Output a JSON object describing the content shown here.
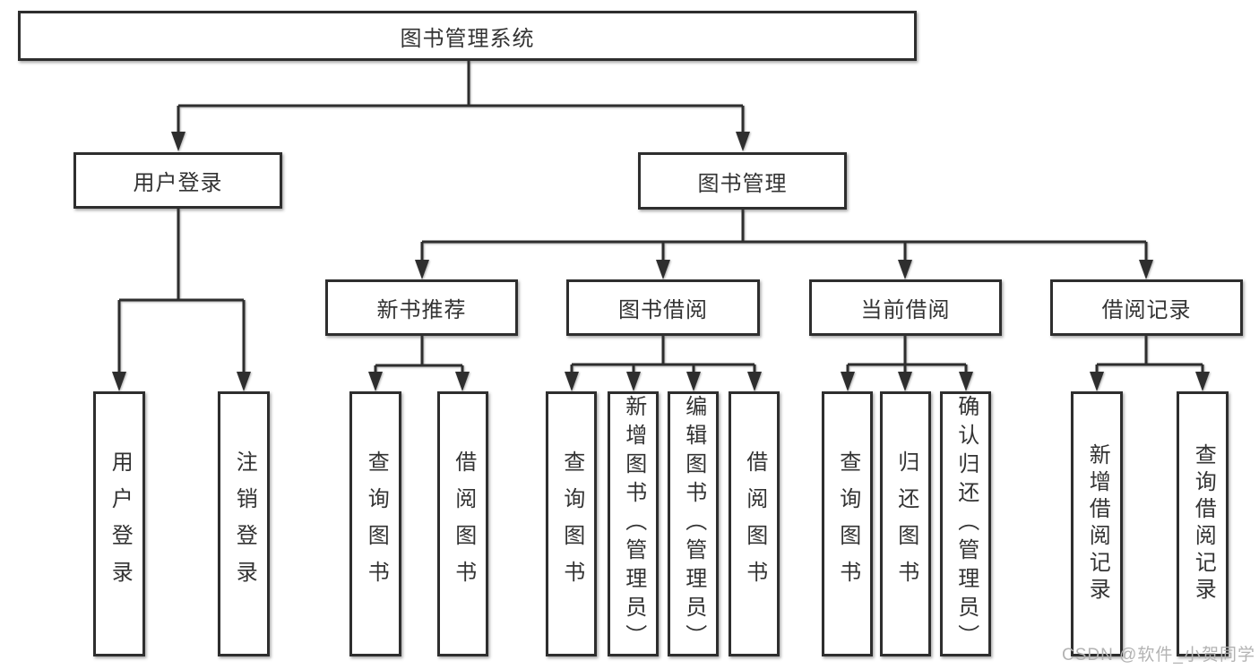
{
  "tree": {
    "root": {
      "label": "图书管理系统"
    },
    "branches": [
      {
        "label": "用户登录",
        "leaves": [
          {
            "label": "用户登录"
          },
          {
            "label": "注销登录"
          }
        ]
      },
      {
        "label": "图书管理",
        "sections": [
          {
            "label": "新书推荐",
            "leaves": [
              {
                "label": "查询图书"
              },
              {
                "label": "借阅图书"
              }
            ]
          },
          {
            "label": "图书借阅",
            "leaves": [
              {
                "label": "查询图书"
              },
              {
                "label": "新增图书（管理员）"
              },
              {
                "label": "编辑图书（管理员）"
              },
              {
                "label": "借阅图书"
              }
            ]
          },
          {
            "label": "当前借阅",
            "leaves": [
              {
                "label": "查询图书"
              },
              {
                "label": "归还图书"
              },
              {
                "label": "确认归还（管理员）"
              }
            ]
          },
          {
            "label": "借阅记录",
            "leaves": [
              {
                "label": "新增借阅记录"
              },
              {
                "label": "查询借阅记录"
              }
            ]
          }
        ]
      }
    ]
  },
  "watermark": {
    "text": "CSDN @软件_小贺同学"
  },
  "colors": {
    "line": "#2e2e2e",
    "box_border": "#2e2e2e",
    "text": "#333333",
    "background": "#ffffff",
    "watermark": "#b3b3b3"
  }
}
